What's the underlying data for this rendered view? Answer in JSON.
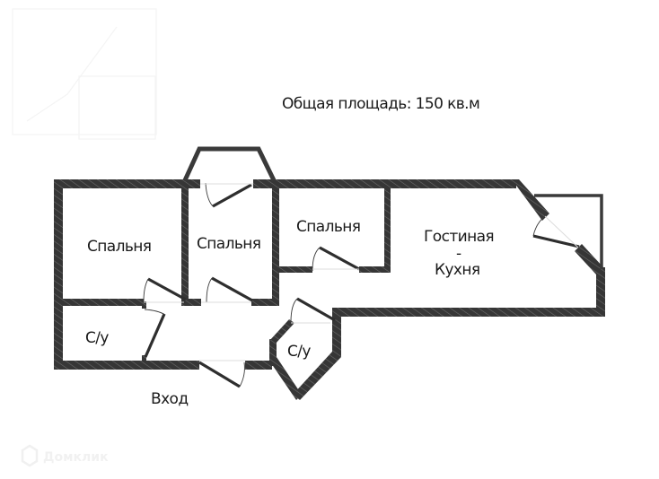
{
  "header": {
    "total_area": "Общая площадь: 150 кв.м"
  },
  "rooms": {
    "bedroom_1": "Спальня",
    "bedroom_2": "Спальня",
    "bedroom_3": "Спальня",
    "living_line1": "Гостиная",
    "living_line2": "-",
    "living_line3": "Кухня",
    "bathroom_1": "С/у",
    "bathroom_2": "С/у",
    "entrance": "Вход"
  },
  "watermark": {
    "brand": "Домклик"
  },
  "colors": {
    "wall": "#3a3a3a",
    "background": "#ffffff",
    "text": "#1a1a1a"
  }
}
